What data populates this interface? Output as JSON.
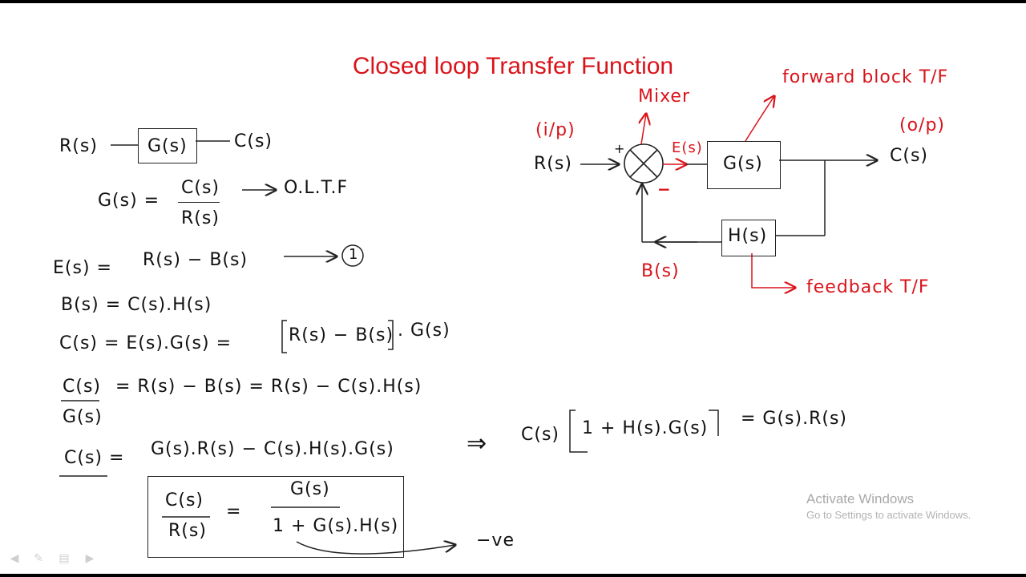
{
  "title": "Closed loop Transfer Function",
  "open_loop": {
    "input": "R(s)",
    "block": "G(s)",
    "output": "C(s)",
    "eq_lhs": "G(s) =",
    "eq_num": "C(s)",
    "eq_den": "R(s)",
    "label": "O.L.T.F"
  },
  "diagram": {
    "input_tag": "(i/p)",
    "input": "R(s)",
    "mixer": "Mixer",
    "plus": "+",
    "minus": "−",
    "error": "E(s)",
    "forward_block": "G(s)",
    "forward_label": "forward block T/F",
    "output_tag": "(o/p)",
    "output": "C(s)",
    "feedback_block": "H(s)",
    "feedback_label": "feedback T/F",
    "feedback_signal": "B(s)"
  },
  "equations": {
    "eq1_lhs": "E(s) =",
    "eq1_rhs": "R(s) − B(s)",
    "eq1_tag": "1",
    "eq2": "B(s) = C(s).H(s)",
    "eq3_a": "C(s) = E(s).G(s) =",
    "eq3_bracket": "R(s) − B(s)",
    "eq3_b": ". G(s)",
    "eq4_num": "C(s)",
    "eq4_den": "G(s)",
    "eq4_rhs": "= R(s) − B(s) = R(s) − C(s).H(s)",
    "eq5_lhs": "C(s) =",
    "eq5_rhs": "G(s).R(s) − C(s).H(s).G(s)",
    "eq5_arrow": "⇒",
    "eq6_a": "C(s)",
    "eq6_bracket": "1 + H(s).G(s)",
    "eq6_b": "=   G(s).R(s)"
  },
  "result": {
    "num": "C(s)",
    "den": "R(s)",
    "eq": "=",
    "rhs_num": "G(s)",
    "rhs_den": "1 + G(s).H(s)",
    "note": "−ve"
  },
  "watermark": {
    "line1": "Activate Windows",
    "line2": "Go to Settings to activate Windows."
  },
  "nav_icons": [
    "back-icon",
    "pen-icon",
    "slides-icon",
    "forward-icon"
  ],
  "colors": {
    "ink": "#111111",
    "accent": "#d9141b",
    "background": "#ffffff"
  }
}
